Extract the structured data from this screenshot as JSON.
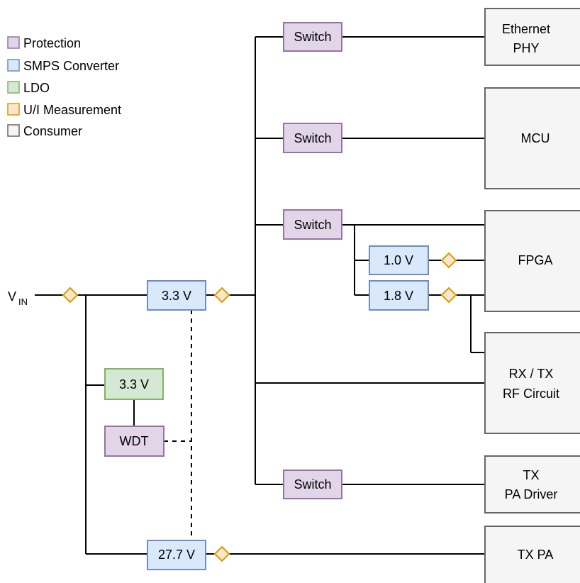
{
  "legend": [
    {
      "label": "Protection",
      "fill": "#e1d5e7",
      "stroke": "#9673a6"
    },
    {
      "label": "SMPS Converter",
      "fill": "#dae8fc",
      "stroke": "#6c8ebf"
    },
    {
      "label": "LDO",
      "fill": "#d5e8d4",
      "stroke": "#82b366"
    },
    {
      "label": "U/I Measurement",
      "fill": "#ffe6cc",
      "stroke": "#d79b00"
    },
    {
      "label": "Consumer",
      "fill": "#f5f5f5",
      "stroke": "#666666"
    }
  ],
  "input": {
    "main": "V",
    "subscript": "IN"
  },
  "smps": {
    "main_3v3": "3.3 V",
    "hv_27v7": "27.7 V",
    "fpga_1v0": "1.0 V",
    "fpga_1v8": "1.8 V"
  },
  "ldo": {
    "label": "3.3 V"
  },
  "wdt": {
    "label": "WDT"
  },
  "switches": {
    "ethernet": "Switch",
    "mcu": "Switch",
    "fpga": "Switch",
    "tx_driver": "Switch"
  },
  "consumers": {
    "ethernet": [
      "Ethernet",
      "PHY"
    ],
    "mcu": [
      "MCU"
    ],
    "fpga": [
      "FPGA"
    ],
    "rf": [
      "RX / TX",
      "RF Circuit"
    ],
    "tx_driver": [
      "TX",
      "PA Driver"
    ],
    "tx_pa": [
      "TX PA"
    ]
  },
  "colors": {
    "protection_fill": "#e1d5e7",
    "protection_stroke": "#9673a6",
    "smps_fill": "#dae8fc",
    "smps_stroke": "#6c8ebf",
    "ldo_fill": "#d5e8d4",
    "ldo_stroke": "#82b366",
    "meas_fill": "#ffe6cc",
    "meas_stroke": "#d79b00",
    "consumer_fill": "#f5f5f5",
    "consumer_stroke": "#666666"
  }
}
